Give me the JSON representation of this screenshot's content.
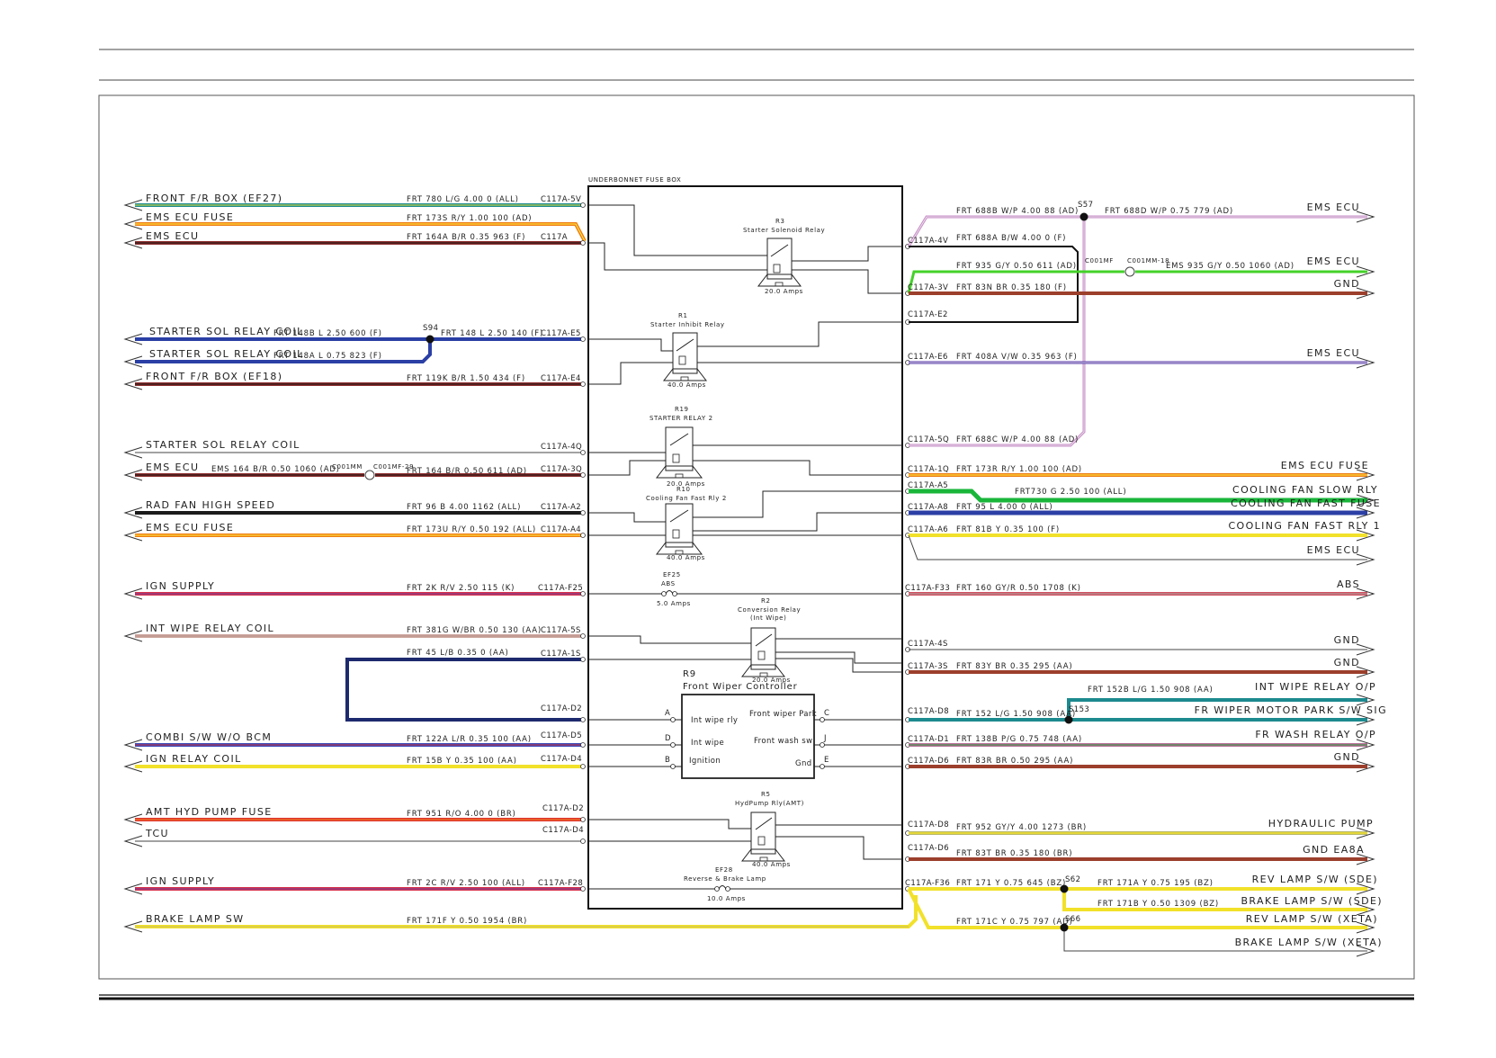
{
  "fuse_box": {
    "title": "UNDERBONNET FUSE BOX",
    "relays": [
      {
        "ref": "R3",
        "name": "Starter Solenoid Relay",
        "rating": "20.0 Amps"
      },
      {
        "ref": "R1",
        "name": "Starter Inhibit Relay",
        "rating": "40.0 Amps"
      },
      {
        "ref": "R19",
        "name": "STARTER RELAY 2",
        "rating": "20.0 Amps"
      },
      {
        "ref": "R10",
        "name": "Cooling Fan Fast Rly 2",
        "rating": "40.0 Amps"
      },
      {
        "ref": "R2",
        "name": "Conversion Relay",
        "name2": "(Int Wipe)",
        "rating": "20.0 Amps"
      },
      {
        "ref": "R5",
        "name": "HydPump Rly(AMT)",
        "rating": "40.0 Amps"
      }
    ],
    "fuses": [
      {
        "ref": "EF25",
        "name": "ABS",
        "rating": "5.0 Amps"
      },
      {
        "ref": "EF28",
        "name": "Reverse & Brake Lamp",
        "rating": "10.0 Amps"
      }
    ],
    "controller": {
      "ref": "R9",
      "name": "Front Wiper Controller",
      "pins_left": [
        {
          "pin": "A",
          "label": "Int wipe rly"
        },
        {
          "pin": "D",
          "label": "Int wipe"
        },
        {
          "pin": "B",
          "label": "Ignition"
        }
      ],
      "pins_right": [
        {
          "pin": "C",
          "label": "Front wiper Park"
        },
        {
          "pin": "J",
          "label": "Front wash sw"
        },
        {
          "pin": "E",
          "label": "Gnd"
        }
      ]
    }
  },
  "splices": {
    "S94": "S94",
    "S57": "S57",
    "S153": "S153",
    "S62": "S62",
    "S66": "S66"
  },
  "inline_connectors": [
    {
      "left": "C001MM",
      "right": "C001MF-29"
    },
    {
      "left": "C001MF",
      "right": "C001MM-18"
    }
  ],
  "left_circuits": [
    {
      "dest": "FRONT F/R BOX (EF27)",
      "wire": "FRT 780 L/G 4.00 0 (ALL)",
      "pin": "C117A-5V",
      "color": "#1d8a8f",
      "stripe": "#e7e33a"
    },
    {
      "dest": "EMS ECU FUSE",
      "wire": "FRT 173S R/Y 1.00 100 (AD)",
      "pin": "",
      "color": "#ee7d12",
      "stripe": "#fff04a"
    },
    {
      "dest": "EMS ECU",
      "wire": "FRT 164A B/R 0.35 963 (F)",
      "pin": "C117A",
      "color": "#8e2f2f",
      "stripe": "#111111"
    },
    {
      "dest": "STARTER SOL RELAY COIL",
      "wire": "FRT 148B L 2.50 600 (F)",
      "pin": "",
      "color": "#2b3fa5",
      "stripe": ""
    },
    {
      "dest": "",
      "wire": "FRT 148 L 2.50 140 (F)",
      "pin": "C117A-E5",
      "color": "#2b3fa5",
      "stripe": ""
    },
    {
      "dest": "STARTER SOL RELAY COIL",
      "wire": "FRT 148A L 0.75 823 (F)",
      "pin": "",
      "color": "#2b3fa5",
      "stripe": ""
    },
    {
      "dest": "FRONT F/R BOX (EF18)",
      "wire": "FRT 119K B/R 1.50 434 (F)",
      "pin": "C117A-E4",
      "color": "#8e2f2f",
      "stripe": "#111111"
    },
    {
      "dest": "STARTER SOL RELAY COIL",
      "wire": "",
      "pin": "C117A-4Q",
      "color": "#444444",
      "stripe": ""
    },
    {
      "dest": "EMS ECU",
      "wire": "EMS 164 B/R 0.50 1060 (AD)",
      "pin": "",
      "color": "#8e2f2f",
      "stripe": "#111111"
    },
    {
      "dest": "",
      "wire": "FRT 164 B/R 0.50 611 (AD)",
      "pin": "C117A-3Q",
      "color": "#8e2f2f",
      "stripe": "#111111"
    },
    {
      "dest": "RAD FAN HIGH SPEED",
      "wire": "FRT 96 B 4.00 1162 (ALL)",
      "pin": "C117A-A2",
      "color": "#1b1b1b",
      "stripe": ""
    },
    {
      "dest": "EMS ECU FUSE",
      "wire": "FRT 173U R/Y 0.50 192 (ALL)",
      "pin": "C117A-A4",
      "color": "#ee7d12",
      "stripe": "#fff04a"
    },
    {
      "dest": "IGN SUPPLY",
      "wire": "FRT 2K R/V 2.50 115 (K)",
      "pin": "C117A-F25",
      "color": "#d8324a",
      "stripe": "#6a3da0"
    },
    {
      "dest": "INT WIPE RELAY COIL",
      "wire": "FRT 381G W/BR 0.50 130 (AA)",
      "pin": "C117A-5S",
      "color": "#9a4a3a",
      "stripe": "#eeeeee"
    },
    {
      "dest": "",
      "wire": "FRT 45 L/B 0.35 0 (AA)",
      "pin": "C117A-1S",
      "color": "#1e2a6e",
      "stripe": ""
    },
    {
      "dest": "",
      "wire": "",
      "pin": "C117A-D2",
      "color": "#1e2a6e",
      "stripe": ""
    },
    {
      "dest": "COMBI S/W W/O BCM",
      "wire": "FRT 122A L/R 0.35 100 (AA)",
      "pin": "C117A-D5",
      "color": "#3a49b8",
      "stripe": "#cc2e3a"
    },
    {
      "dest": "IGN RELAY COIL",
      "wire": "FRT 15B Y 0.35 100 (AA)",
      "pin": "C117A-D4",
      "color": "#f2e12a",
      "stripe": ""
    },
    {
      "dest": "AMT HYD PUMP FUSE",
      "wire": "FRT 951 R/O 4.00 0 (BR)",
      "pin": "C117A-D2",
      "color": "#e0322e",
      "stripe": "#ee8a22"
    },
    {
      "dest": "TCU",
      "wire": "",
      "pin": "C117A-D4",
      "color": "#444444",
      "stripe": ""
    },
    {
      "dest": "IGN SUPPLY",
      "wire": "FRT 2C R/V 2.50 100 (ALL)",
      "pin": "C117A-F28",
      "color": "#d8324a",
      "stripe": "#6a3da0"
    },
    {
      "dest": "BRAKE LAMP SW",
      "wire": "FRT 171F Y 0.50 1954 (BR)",
      "pin": "",
      "color": "#f2e12a",
      "stripe": ""
    }
  ],
  "right_circuits": [
    {
      "pin": "",
      "wire": "FRT 688B W/P 4.00 88 (AD)",
      "dest": "",
      "color": "#c98fc9",
      "stripe": ""
    },
    {
      "pin": "",
      "wire": "FRT 688D W/P 0.75 779 (AD)",
      "dest": "EMS ECU",
      "color": "#c98fc9",
      "stripe": ""
    },
    {
      "pin": "C117A-4V",
      "wire": "FRT 688A B/W 4.00 0 (F)",
      "dest": "",
      "color": "#444444",
      "stripe": ""
    },
    {
      "pin": "",
      "wire": "FRT 935 G/Y 0.50 611 (AD)",
      "dest": "",
      "color": "#44d12a",
      "stripe": ""
    },
    {
      "pin": "",
      "wire": "EMS 935 G/Y 0.50 1060 (AD)",
      "dest": "EMS ECU",
      "color": "#44d12a",
      "stripe": ""
    },
    {
      "pin": "C117A-3V",
      "wire": "FRT 83N BR 0.35 180 (F)",
      "dest": "GND",
      "color": "#9c3f2c",
      "stripe": ""
    },
    {
      "pin": "C117A-E2",
      "wire": "",
      "dest": "",
      "color": "#111111",
      "stripe": ""
    },
    {
      "pin": "C117A-E6",
      "wire": "FRT 408A V/W 0.35 963 (F)",
      "dest": "EMS ECU",
      "color": "#5b3ea8",
      "stripe": "#ffffff"
    },
    {
      "pin": "C117A-5Q",
      "wire": "FRT 688C W/P 4.00 88 (AD)",
      "dest": "",
      "color": "#c98fc9",
      "stripe": ""
    },
    {
      "pin": "C117A-1Q",
      "wire": "FRT 173R R/Y 1.00 100 (AD)",
      "dest": "EMS ECU FUSE",
      "color": "#ee7d12",
      "stripe": "#fff04a"
    },
    {
      "pin": "C117A-A5",
      "wire": "FRT730 G 2.50 100 (ALL)",
      "dest": "COOLING FAN SLOW RLY",
      "color": "#19b63a",
      "stripe": ""
    },
    {
      "pin": "C117A-A8",
      "wire": "FRT 95 L 4.00 0 (ALL)",
      "dest": "COOLING FAN FAST FUSE",
      "color": "#2b3fa5",
      "stripe": ""
    },
    {
      "pin": "C117A-A6",
      "wire": "FRT 81B Y 0.35 100 (F)",
      "dest": "COOLING FAN FAST RLY 1",
      "color": "#f2e12a",
      "stripe": ""
    },
    {
      "pin": "",
      "wire": "",
      "dest": "EMS ECU",
      "color": "#444444",
      "stripe": ""
    },
    {
      "pin": "C117A-F33",
      "wire": "FRT 160 GY/R 0.50 1708 (K)",
      "dest": "ABS",
      "color": "#d25060",
      "stripe": "#a6a6a6"
    },
    {
      "pin": "C117A-4S",
      "wire": "",
      "dest": "GND",
      "color": "#444444",
      "stripe": ""
    },
    {
      "pin": "C117A-3S",
      "wire": "FRT     83Y BR 0.35 295 (AA)",
      "dest": "GND",
      "color": "#9c3f2c",
      "stripe": ""
    },
    {
      "pin": "",
      "wire": "FRT 152B L/G 1.50 908 (AA)",
      "dest": "INT WIPE RELAY O/P",
      "color": "#1d8a8f",
      "stripe": ""
    },
    {
      "pin": "C117A-D8",
      "wire": "FRT 152 L/G 1.50 908 (AA)",
      "dest": "FR WIPER MOTOR PARK S/W SIG",
      "color": "#1d8a8f",
      "stripe": ""
    },
    {
      "pin": "C117A-D1",
      "wire": "FRT 138B P/G 0.75 748 (AA)",
      "dest": "FR WASH RELAY O/P",
      "color": "#b8709a",
      "stripe": "#2a9a3a"
    },
    {
      "pin": "C117A-D6",
      "wire": "FRT 83R BR 0.50 295 (AA)",
      "dest": "GND",
      "color": "#9c3f2c",
      "stripe": ""
    },
    {
      "pin": "C117A-D8",
      "wire": "FRT 952 GY/Y 4.00 1273 (BR)",
      "dest": "HYDRAULIC PUMP",
      "color": "#b8b86a",
      "stripe": "#f2e12a"
    },
    {
      "pin": "C117A-D6",
      "wire": "FRT 83T BR 0.35 180 (BR)",
      "dest": "GND EA8A",
      "color": "#9c3f2c",
      "stripe": ""
    },
    {
      "pin": "C117A-F36",
      "wire": "FRT 171 Y 0.75 645 (BZ)",
      "dest": "",
      "color": "#f2e12a",
      "stripe": ""
    },
    {
      "pin": "",
      "wire": "FRT 171A Y 0.75 195 (BZ)",
      "dest": "REV LAMP S/W (SDE)",
      "color": "#f2e12a",
      "stripe": ""
    },
    {
      "pin": "",
      "wire": "FRT 171B Y 0.50 1309 (BZ)",
      "dest": "BRAKE LAMP S/W (SDE)",
      "color": "#f2e12a",
      "stripe": ""
    },
    {
      "pin": "",
      "wire": "FRT 171C Y 0.75 797 (AD)",
      "dest": "REV LAMP S/W (XETA)",
      "color": "#f2e12a",
      "stripe": ""
    },
    {
      "pin": "",
      "wire": "",
      "dest": "BRAKE LAMP S/W (XETA)",
      "color": "#444444",
      "stripe": ""
    }
  ]
}
